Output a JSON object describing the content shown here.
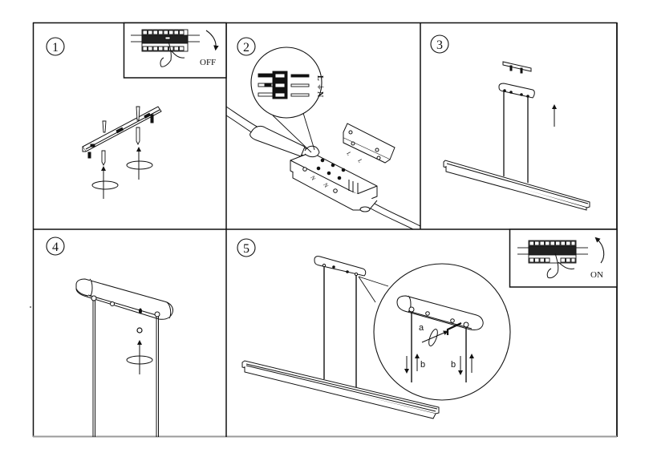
{
  "document": {
    "type": "pendant light installation instructions",
    "steps": [
      {
        "number": "1",
        "switch_label": "OFF"
      },
      {
        "number": "2",
        "wire_labels": [
          "L",
          "⏚",
          "N"
        ],
        "block_labels": [
          "N",
          "N",
          "L",
          "L"
        ]
      },
      {
        "number": "3"
      },
      {
        "number": "4"
      },
      {
        "number": "5",
        "switch_label": "ON",
        "detail_labels": {
          "a": "a",
          "b_left": "b",
          "b_right": "b"
        }
      }
    ]
  },
  "colors": {
    "line": "#111111",
    "background": "#ffffff",
    "frame_bottom": "#9a9a9a"
  }
}
